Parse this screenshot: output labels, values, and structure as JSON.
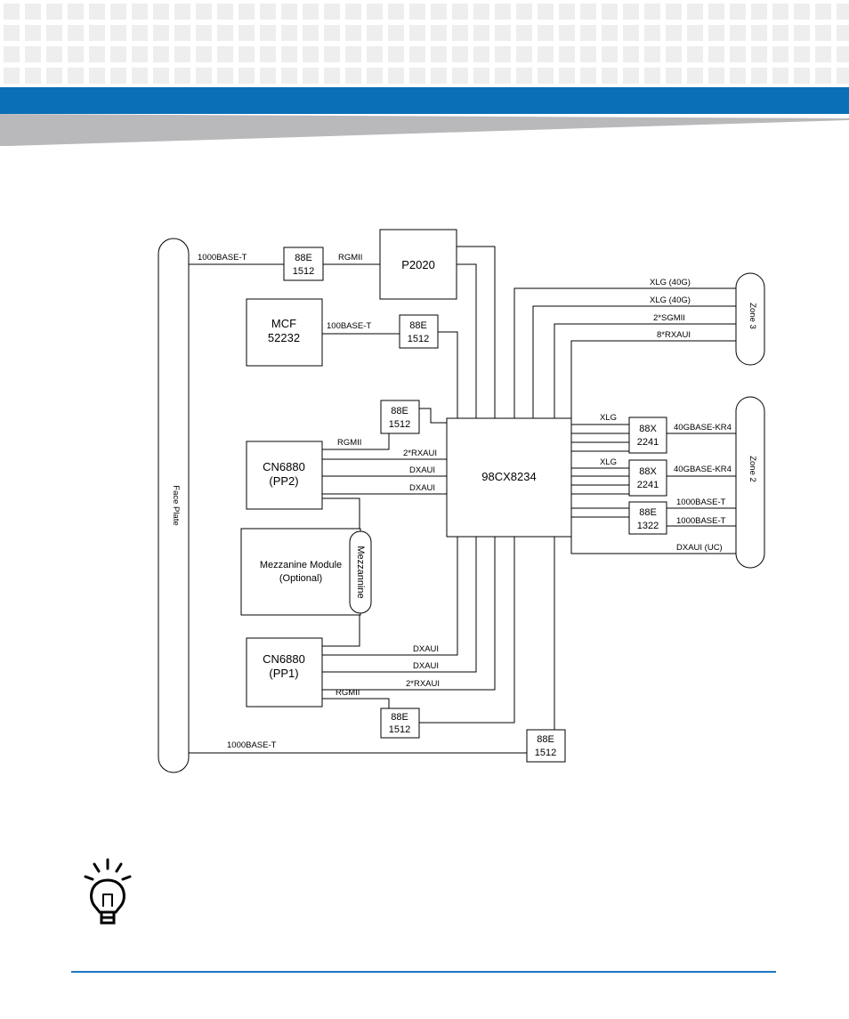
{
  "colors": {
    "accent": "#0a6fb6",
    "band": "#b9b9bb",
    "tile": "#eeeeee",
    "rule": "#1f76c2"
  },
  "icons": {
    "tip": "lightbulb-icon"
  },
  "diagram": {
    "face_plate": "Face Plate",
    "zone3": "Zone 3",
    "zone2": "Zone 2",
    "blocks": {
      "p2020": "P2020",
      "mcf_line1": "MCF",
      "mcf_line2": "52232",
      "phy_top_1": "88E",
      "phy_top_2": "1512",
      "phy_mcf_1": "88E",
      "phy_mcf_2": "1512",
      "phy_pp2_1": "88E",
      "phy_pp2_2": "1512",
      "pp2_line1": "CN6880",
      "pp2_line2": "(PP2)",
      "mezz_line1": "Mezzanine Module",
      "mezz_line2": "(Optional)",
      "mezz_connector": "Mezzannine",
      "pp1_line1": "CN6880",
      "pp1_line2": "(PP1)",
      "phy_pp1_1": "88E",
      "phy_pp1_2": "1512",
      "phy_bottom_1": "88E",
      "phy_bottom_2": "1512",
      "switch": "98CX8234",
      "x2241_a_1": "88X",
      "x2241_a_2": "2241",
      "x2241_b_1": "88X",
      "x2241_b_2": "2241",
      "e1322_1": "88E",
      "e1322_2": "1322"
    },
    "links": {
      "fp_top": "1000BASE-T",
      "rgmii_top": "RGMII",
      "mcf_link": "100BASE-T",
      "rgmii_pp2": "RGMII",
      "pp2_rxaui": "2*RXAUI",
      "pp2_dxaui_1": "DXAUI",
      "pp2_dxaui_2": "DXAUI",
      "pp1_dxaui_1": "DXAUI",
      "pp1_dxaui_2": "DXAUI",
      "pp1_rxaui": "2*RXAUI",
      "rgmii_pp1": "RGMII",
      "fp_bottom": "1000BASE-T",
      "z3_xlg_1": "XLG (40G)",
      "z3_xlg_2": "XLG (40G)",
      "z3_sgmii": "2*SGMII",
      "z3_rxaui": "8*RXAUI",
      "xlg_a": "XLG",
      "xlg_b": "XLG",
      "kr4_a": "40GBASE-KR4",
      "kr4_b": "40GBASE-KR4",
      "z2_1000_a": "1000BASE-T",
      "z2_1000_b": "1000BASE-T",
      "z2_dxaui": "DXAUI (UC)"
    }
  }
}
